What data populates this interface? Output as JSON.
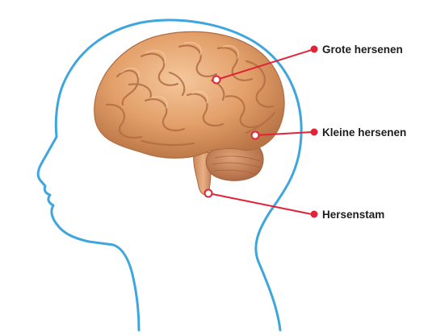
{
  "colors": {
    "head_outline": "#3fa6dd",
    "callout": "#e02437",
    "brain_main": "#e5a470",
    "brain_shadow": "#b8744a",
    "brain_highlight": "#f6cfa6",
    "label_text": "#1d1d1d",
    "background": "#ffffff"
  },
  "labels": {
    "cerebrum": "Grote hersenen",
    "cerebellum": "Kleine hersenen",
    "brainstem": "Hersenstam"
  }
}
